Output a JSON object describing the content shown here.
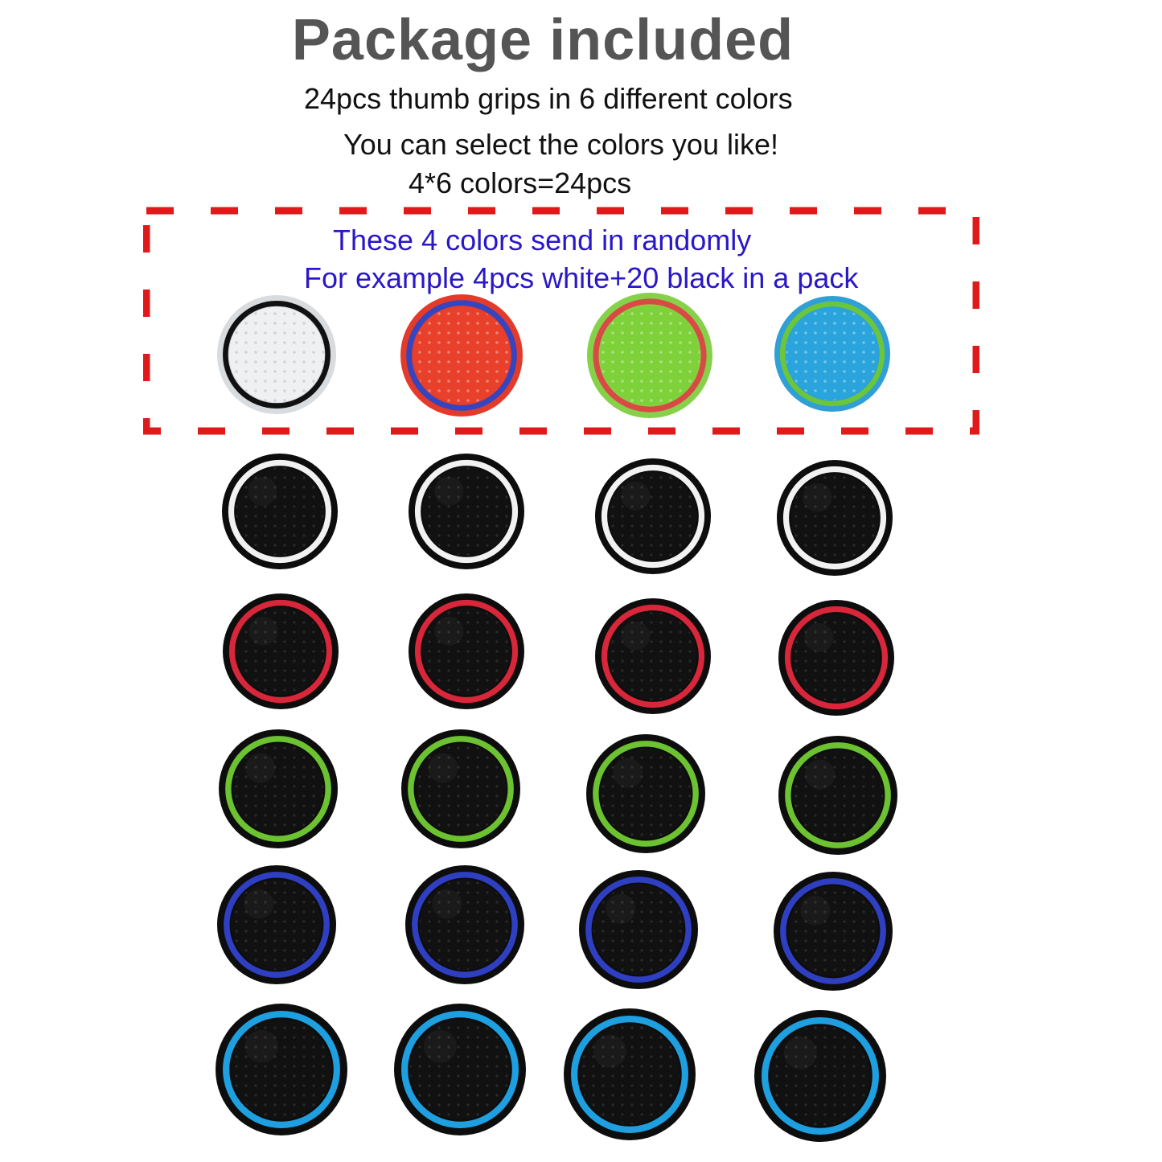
{
  "header": {
    "title": "Package included",
    "line1": "24pcs thumb grips in 6 different colors",
    "line2": "You can select the colors you like!",
    "line3": "4*6 colors=24pcs"
  },
  "random_box": {
    "line1": "These 4 colors send in randomly",
    "line2": "For example 4pcs white+20 black in a pack",
    "text_color": "#2a17c8",
    "border_color": "#e0191b"
  },
  "random_grips": [
    {
      "name": "white",
      "face": "#eef0f2",
      "ring": "#111111",
      "outer": "#d9dcdf"
    },
    {
      "name": "red",
      "face": "#e8402b",
      "ring": "#3345c0",
      "outer": "#e43a2a"
    },
    {
      "name": "green",
      "face": "#7fd13a",
      "ring": "#d94a45",
      "outer": "#86d14a"
    },
    {
      "name": "blue",
      "face": "#2aa4dc",
      "ring": "#6cc63a",
      "outer": "#2f9fd6"
    }
  ],
  "black_grip_rows": [
    {
      "name": "white-ring",
      "ring": "#f2f2f2"
    },
    {
      "name": "red-ring",
      "ring": "#d8263a"
    },
    {
      "name": "green-ring",
      "ring": "#6cc230"
    },
    {
      "name": "blue-ring",
      "ring": "#2f3fc2"
    },
    {
      "name": "light-blue-ring",
      "ring": "#1e9fe0"
    }
  ]
}
